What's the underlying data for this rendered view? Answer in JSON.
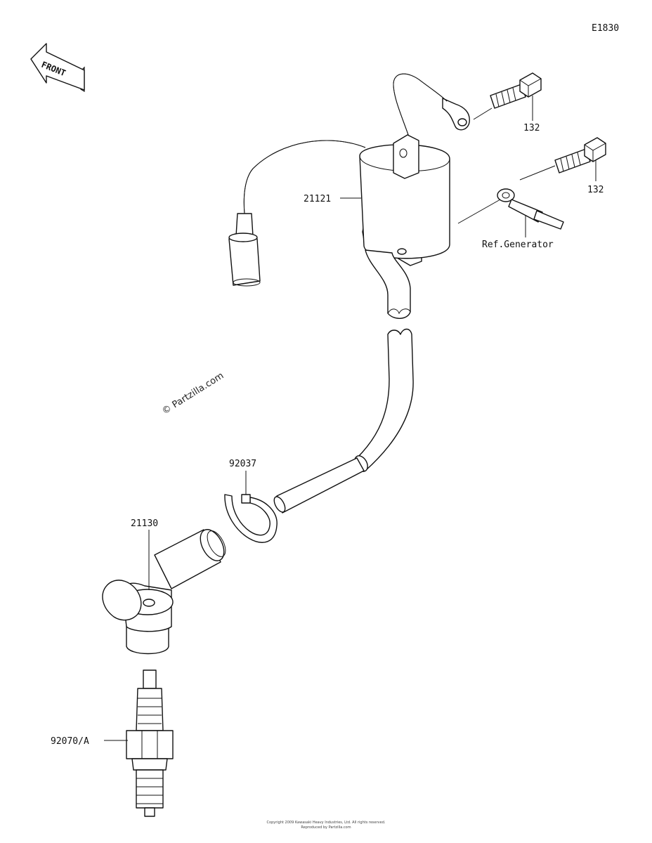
{
  "diagram_code": "E1830",
  "front_arrow_label": "FRONT",
  "watermark": "© Partzilla.com",
  "callouts": {
    "bolt_upper": "132",
    "bolt_lower": "132",
    "ignition_coil": "21121",
    "generator_ref": "Ref.Generator",
    "clamp": "92037",
    "plug_cap": "21130",
    "spark_plug": "92070/A"
  },
  "footer": {
    "line1": "Copyright 2009 Kawasaki Heavy Industries, Ltd. All rights reserved.",
    "line2": "Reproduced by Partzilla.com"
  }
}
